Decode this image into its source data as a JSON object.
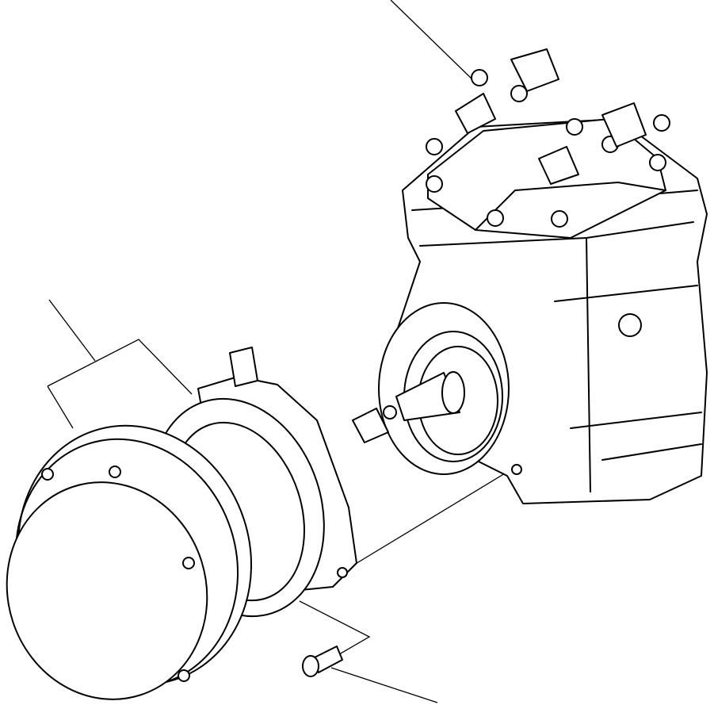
{
  "diagram": {
    "type": "exploded-parts-illustration",
    "colors": {
      "line": "#000000",
      "background": "#ffffff"
    },
    "parts": [
      "compressor",
      "clutch-pulley",
      "clutch-coil",
      "shaft-nut",
      "mounting-bolt"
    ]
  }
}
